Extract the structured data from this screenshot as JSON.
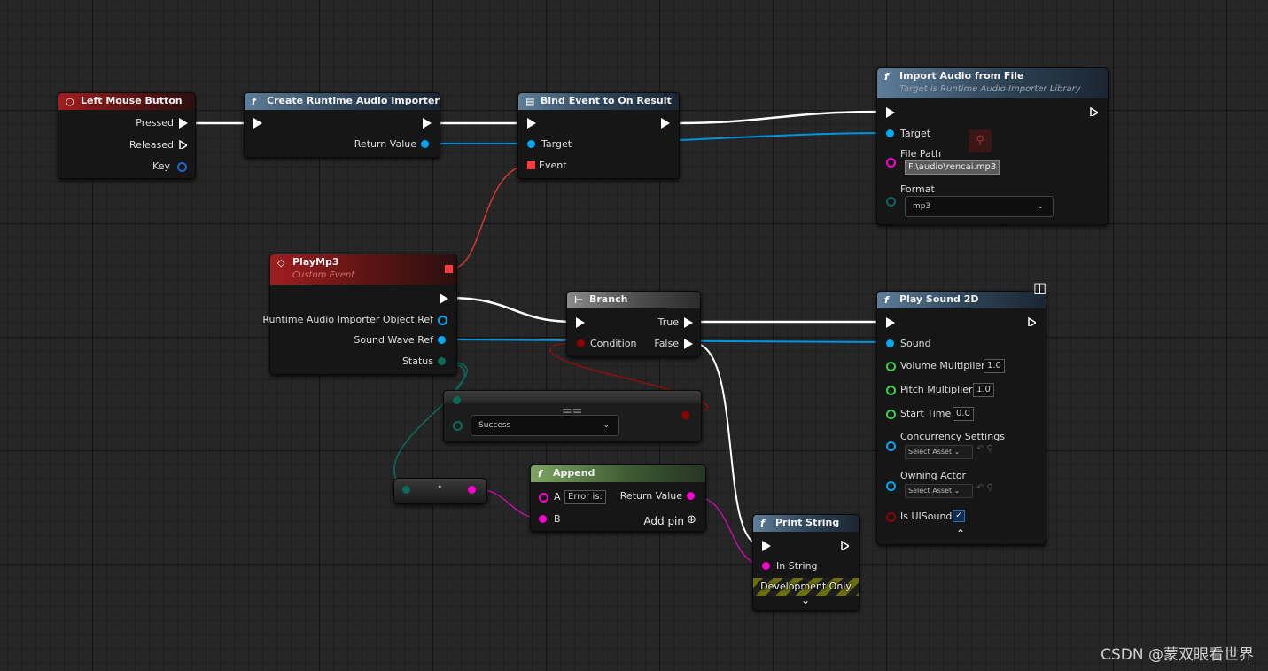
{
  "nodes": {
    "left_mouse": {
      "title": "Left Mouse Button",
      "pins": {
        "pressed": "Pressed",
        "released": "Released",
        "key": "Key"
      }
    },
    "create_importer": {
      "title": "Create Runtime Audio Importer",
      "pins": {
        "return_value": "Return Value"
      }
    },
    "bind_event": {
      "title": "Bind Event to On Result",
      "pins": {
        "target": "Target",
        "event": "Event"
      }
    },
    "import_audio": {
      "title": "Import Audio from File",
      "subtitle": "Target is Runtime Audio Importer Library",
      "pins": {
        "target": "Target",
        "file_path": "File Path",
        "file_path_value": "F:\\audio\\rencai.mp3",
        "format": "Format",
        "format_value": "mp3"
      }
    },
    "playmp3": {
      "title": "PlayMp3",
      "subtitle": "Custom Event",
      "pins": {
        "importer_ref": "Runtime Audio Importer Object Ref",
        "sound_wave_ref": "Sound Wave Ref",
        "status": "Status"
      }
    },
    "branch": {
      "title": "Branch",
      "pins": {
        "condition": "Condition",
        "true": "True",
        "false": "False"
      }
    },
    "play_sound": {
      "title": "Play Sound 2D",
      "pins": {
        "sound": "Sound",
        "volume": "Volume Multiplier",
        "volume_value": "1.0",
        "pitch": "Pitch Multiplier",
        "pitch_value": "1.0",
        "start_time": "Start Time",
        "start_time_value": "0.0",
        "concurrency": "Concurrency Settings",
        "owning_actor": "Owning Actor",
        "select_asset": "Select Asset",
        "is_ui_sound": "Is UISound"
      }
    },
    "equal": {
      "operator": "==",
      "dropdown_value": "Success"
    },
    "append": {
      "title": "Append",
      "pins": {
        "a": "A",
        "a_value": "Error is:",
        "b": "B",
        "return_value": "Return Value",
        "add_pin": "Add pin"
      }
    },
    "print_string": {
      "title": "Print String",
      "pins": {
        "in_string": "In String",
        "dev_only": "Development Only"
      }
    }
  },
  "colors": {
    "exec": "#ffffff",
    "object": "#00a8f4",
    "string": "#fb00d0",
    "bool": "#920101",
    "float": "#35d34e",
    "enum": "#00665a",
    "event": "#ff3b3b"
  },
  "watermark": "CSDN @蒙双眼看世界"
}
